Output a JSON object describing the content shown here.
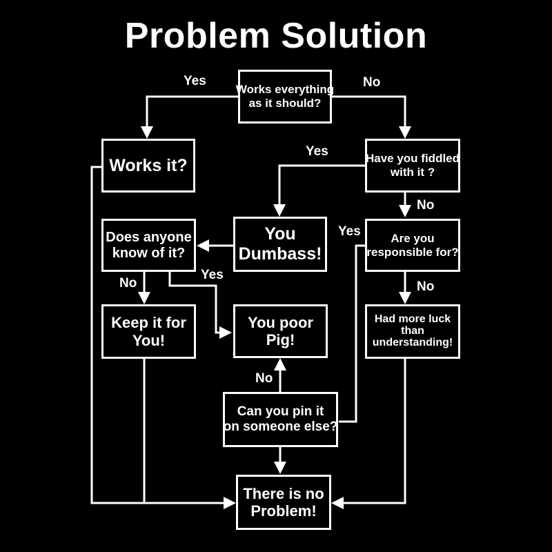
{
  "title": "Problem Solution",
  "colors": {
    "background": "#000000",
    "foreground": "#ffffff"
  },
  "nodes": {
    "works_everything": [
      "Works everything",
      "as it should?"
    ],
    "works_it": [
      "Works it?"
    ],
    "fiddled": [
      "Have you fiddled",
      "with it ?"
    ],
    "dumbass": [
      "You",
      "Dumbass!"
    ],
    "anyone_know": [
      "Does anyone",
      "know of it?"
    ],
    "responsible": [
      "Are you",
      "responsible for?"
    ],
    "keep_it": [
      "Keep it for",
      "You!"
    ],
    "poor_pig": [
      "You poor",
      "Pig!"
    ],
    "more_luck": [
      "Had more luck",
      "than",
      "understanding!"
    ],
    "pin_it": [
      "Can you pin it",
      "on someone else?"
    ],
    "no_problem": [
      "There is no",
      "Problem!"
    ]
  },
  "edge_labels": {
    "top_yes": "Yes",
    "top_no": "No",
    "fiddled_yes": "Yes",
    "fiddled_no": "No",
    "responsible_yes": "Yes",
    "responsible_no": "No",
    "anyone_no": "No",
    "anyone_yes": "Yes",
    "pin_no": "No"
  }
}
